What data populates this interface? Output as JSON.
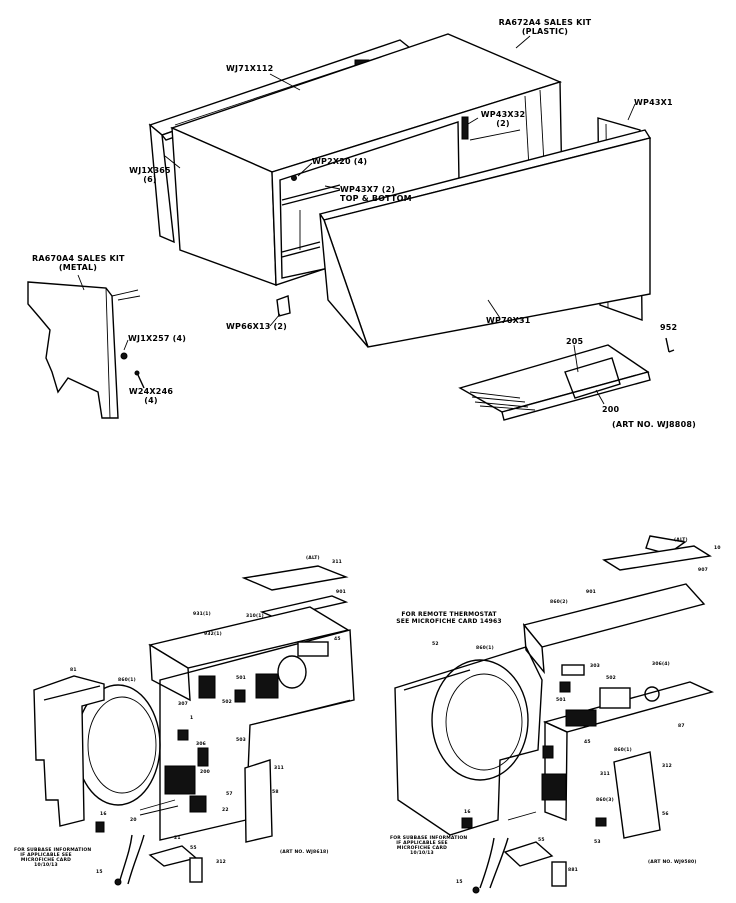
{
  "upper": {
    "kit_plastic": "RA672A4 SALES KIT",
    "kit_plastic_sub": "(PLASTIC)",
    "part_wj71": "WJ71X112",
    "part_wp43x1": "WP43X1",
    "part_wp43x32": "WP43X32",
    "part_wp43x32_qty": "(2)",
    "part_wj1x365": "WJ1X365",
    "part_wj1x365_qty": "(6)",
    "part_wp2x20": "WP2X20 (4)",
    "part_wp43x7": "WP43X7 (2)",
    "part_wp43x7_note": "TOP & BOTTOM",
    "kit_metal": "RA670A4 SALES KIT",
    "kit_metal_sub": "(METAL)",
    "part_wj1x257": "WJ1X257 (4)",
    "part_wp66x13": "WP66X13 (2)",
    "part_w24x246": "W24X246",
    "part_w24x246_qty": "(4)",
    "part_wp70x31": "WP70X31",
    "ref_205": "205",
    "ref_952": "952",
    "ref_200": "200",
    "art_no": "(ART NO. WJ8808)"
  },
  "lower_left": {
    "note1": "FOR SUBBASE INFORMATION",
    "note2": "IF APPLICABLE SEE",
    "note3": "MICROFICHE CARD",
    "note4": "10/10/13",
    "art_no": "(ART NO. WJ8618)",
    "c1": "(ALT)",
    "c2": "311",
    "c3": "901",
    "c4": "931(1)",
    "c5": "932(1)",
    "c6": "310(1)",
    "c7": "45",
    "c8": "81",
    "c9": "860(1)",
    "c10": "501",
    "c11": "307",
    "c12": "1",
    "c13": "502",
    "c14": "503",
    "c15": "306",
    "c16": "200",
    "c17": "311",
    "c18": "58",
    "c19": "57",
    "c20": "22",
    "c21": "16",
    "c22": "20",
    "c23": "21",
    "c24": "15",
    "c25": "312",
    "c26": "55"
  },
  "lower_right": {
    "remote1": "FOR REMOTE THERMOSTAT",
    "remote2": "SEE MICROFICHE CARD 14963",
    "note1": "FOR SUBBASE INFORMATION",
    "note2": "IF APPLICABLE SEE",
    "note3": "MICROFICHE CARD",
    "note4": "10/10/13",
    "art_no": "(ART NO. WJ9580)",
    "c1": "(ALT)",
    "c2": "10",
    "c3": "907",
    "c4": "901",
    "c5": "860(2)",
    "c6": "52",
    "c7": "860(1)",
    "c8": "303",
    "c9": "502",
    "c10": "306(4)",
    "c11": "501",
    "c12": "87",
    "c13": "45",
    "c14": "860(1)",
    "c15": "312",
    "c16": "311",
    "c17": "860(3)",
    "c18": "56",
    "c19": "53",
    "c20": "16",
    "c21": "55",
    "c22": "881",
    "c23": "15"
  },
  "colors": {
    "ink": "#000000",
    "paper": "#ffffff"
  }
}
